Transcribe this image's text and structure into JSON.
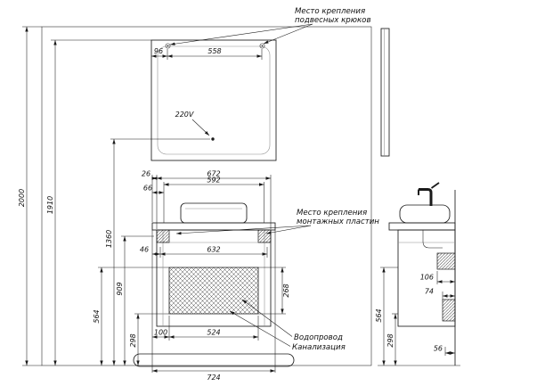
{
  "drawing": {
    "annotations": {
      "hooks_line1": "Место крепления",
      "hooks_line2": "подвесных крюков",
      "plates_line1": "Место крепления",
      "plates_line2": "монтажных пластин",
      "power": "220V",
      "water": "Водопровод",
      "sewer": "Канализация"
    },
    "front": {
      "overall_height": "2000",
      "mirror_top_height": "1910",
      "hook_offset": "96",
      "hook_spacing": "558",
      "countertop_overhang": "26",
      "cabinet_width": "672",
      "inner_width": "592",
      "inner_offset": "66",
      "fixing_offset": "46",
      "fixing_spacing": "632",
      "panel_height": "268",
      "outlet_height": "1360",
      "plates_height": "909",
      "panel_top_height": "564",
      "panel_bottom_height": "298",
      "panel_left_offset": "100",
      "panel_width": "524",
      "overall_width": "724"
    },
    "side": {
      "bracket_top_depth": "106",
      "bracket_bottom_depth": "74",
      "zone_top_height": "564",
      "zone_bottom_height": "298",
      "base_depth": "56"
    }
  }
}
